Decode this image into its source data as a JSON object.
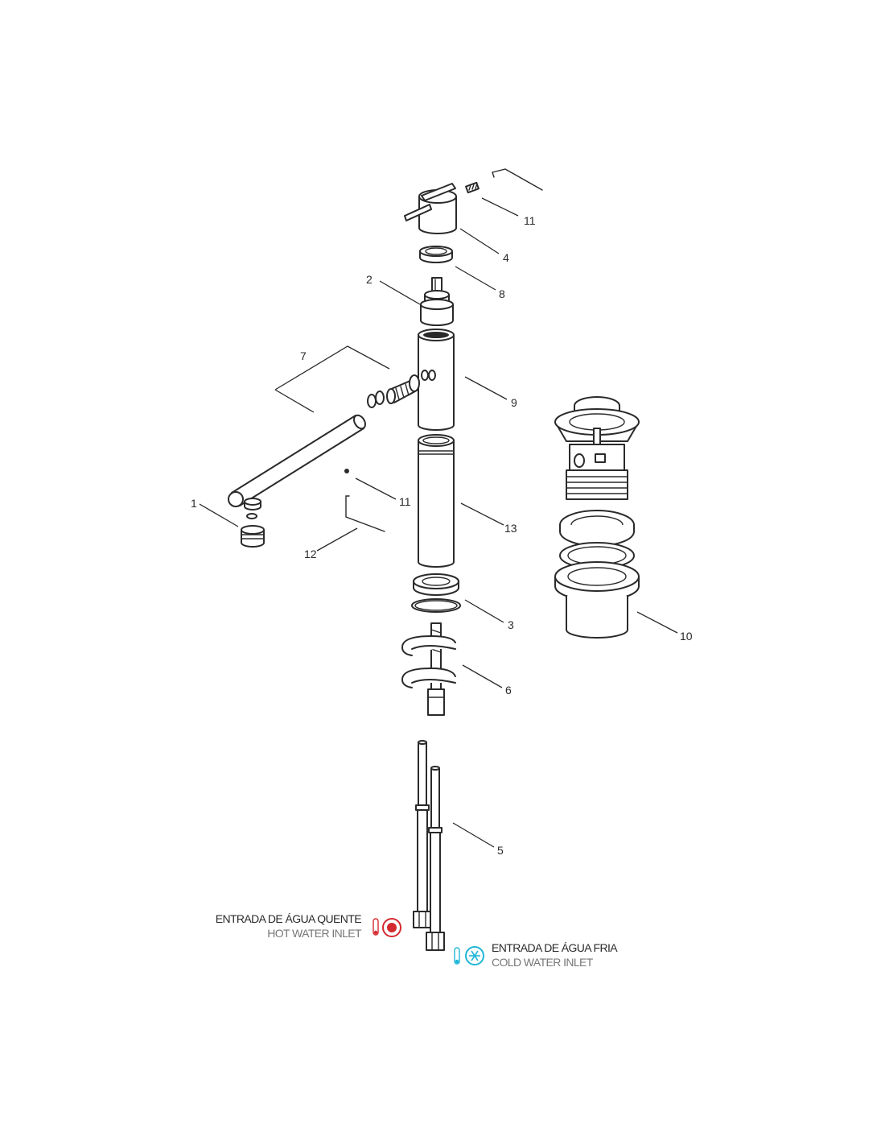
{
  "part_numbers": {
    "p1": "1",
    "p2": "2",
    "p3": "3",
    "p4": "4",
    "p5": "5",
    "p6": "6",
    "p7": "7",
    "p8": "8",
    "p9": "9",
    "p10": "10",
    "p11a": "11",
    "p11b": "11",
    "p12": "12",
    "p13": "13"
  },
  "hot_inlet": {
    "title": "ENTRADA DE ÁGUA QUENTE",
    "subtitle": "HOT WATER INLET",
    "color": "#d42a2f"
  },
  "cold_inlet": {
    "title": "ENTRADA DE ÁGUA FRIA",
    "subtitle": "COLD WATER INLET",
    "color": "#1fb6d6"
  },
  "icons": [
    "hot-water-icon",
    "cold-water-icon",
    "temperature-icon"
  ]
}
